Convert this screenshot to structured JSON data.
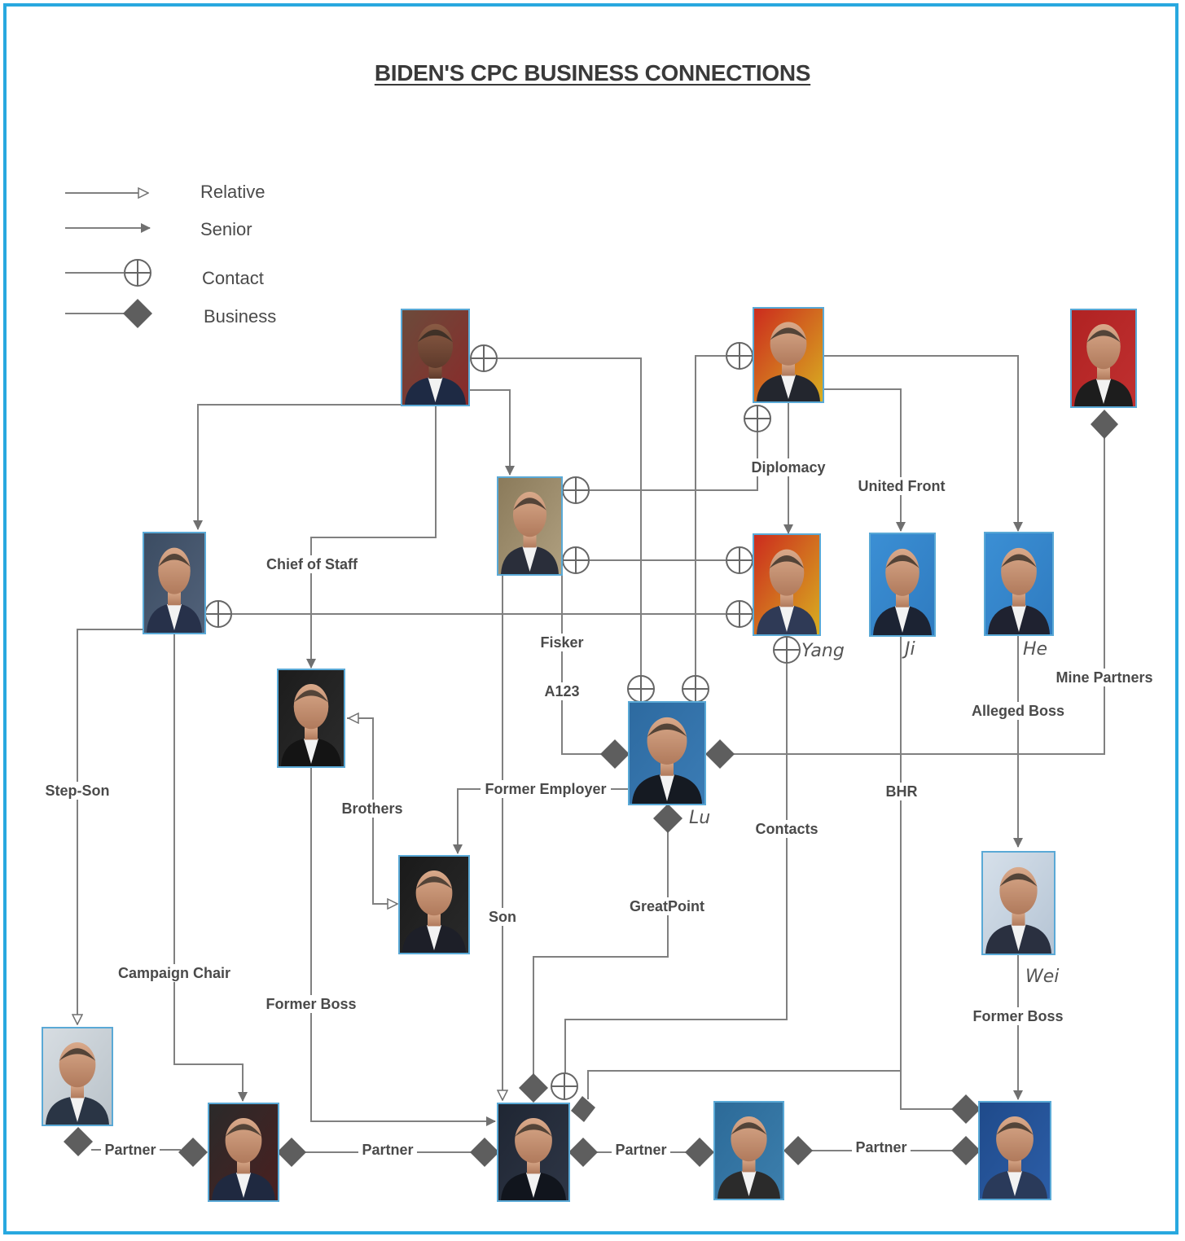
{
  "title": "BIDEN'S CPC BUSINESS CONNECTIONS",
  "legend": [
    {
      "label": "Relative",
      "marker": "hollow-arrow"
    },
    {
      "label": "Senior",
      "marker": "filled-arrow"
    },
    {
      "label": "Contact",
      "marker": "circle-cross"
    },
    {
      "label": "Business",
      "marker": "diamond"
    }
  ],
  "names": {
    "yang": "Yang",
    "ji": "Ji",
    "he": "He",
    "lu": "Lu",
    "wei": "Wei"
  },
  "edge_labels": {
    "chief_of_staff": "Chief of Staff",
    "diplomacy": "Diplomacy",
    "united_front": "United Front",
    "fisker": "Fisker",
    "a123": "A123",
    "mine_partners": "Mine Partners",
    "alleged_boss": "Alleged Boss",
    "step_son": "Step-Son",
    "brothers": "Brothers",
    "former_employer": "Former Employer",
    "bhr": "BHR",
    "contacts": "Contacts",
    "son": "Son",
    "greatpoint": "GreatPoint",
    "campaign_chair": "Campaign Chair",
    "former_boss_left": "Former Boss",
    "former_boss_right": "Former Boss",
    "partner_1": "Partner",
    "partner_2": "Partner",
    "partner_3": "Partner",
    "partner_4": "Partner"
  },
  "colors": {
    "frame": "#28a8df",
    "lines": "#808080",
    "markers": "#5e5e5e",
    "text": "#4a4a4a",
    "photo_border": "#5aa9d6"
  },
  "portraits": [
    {
      "id": "obama",
      "icon": "portrait-icon"
    },
    {
      "id": "xi",
      "icon": "portrait-icon"
    },
    {
      "id": "kim",
      "icon": "portrait-icon"
    },
    {
      "id": "biden",
      "icon": "portrait-icon"
    },
    {
      "id": "kerry",
      "icon": "portrait-icon"
    },
    {
      "id": "yang",
      "icon": "portrait-icon"
    },
    {
      "id": "ji",
      "icon": "portrait-icon"
    },
    {
      "id": "he",
      "icon": "portrait-icon"
    },
    {
      "id": "chief-of-staff-person",
      "icon": "portrait-icon"
    },
    {
      "id": "lu",
      "icon": "portrait-icon"
    },
    {
      "id": "brother",
      "icon": "portrait-icon"
    },
    {
      "id": "wei",
      "icon": "portrait-icon"
    },
    {
      "id": "stepson",
      "icon": "portrait-icon"
    },
    {
      "id": "campaign-chair-person",
      "icon": "portrait-icon"
    },
    {
      "id": "hunter",
      "icon": "portrait-icon"
    },
    {
      "id": "partner-4",
      "icon": "portrait-icon"
    },
    {
      "id": "bhr-boss",
      "icon": "portrait-icon"
    }
  ]
}
